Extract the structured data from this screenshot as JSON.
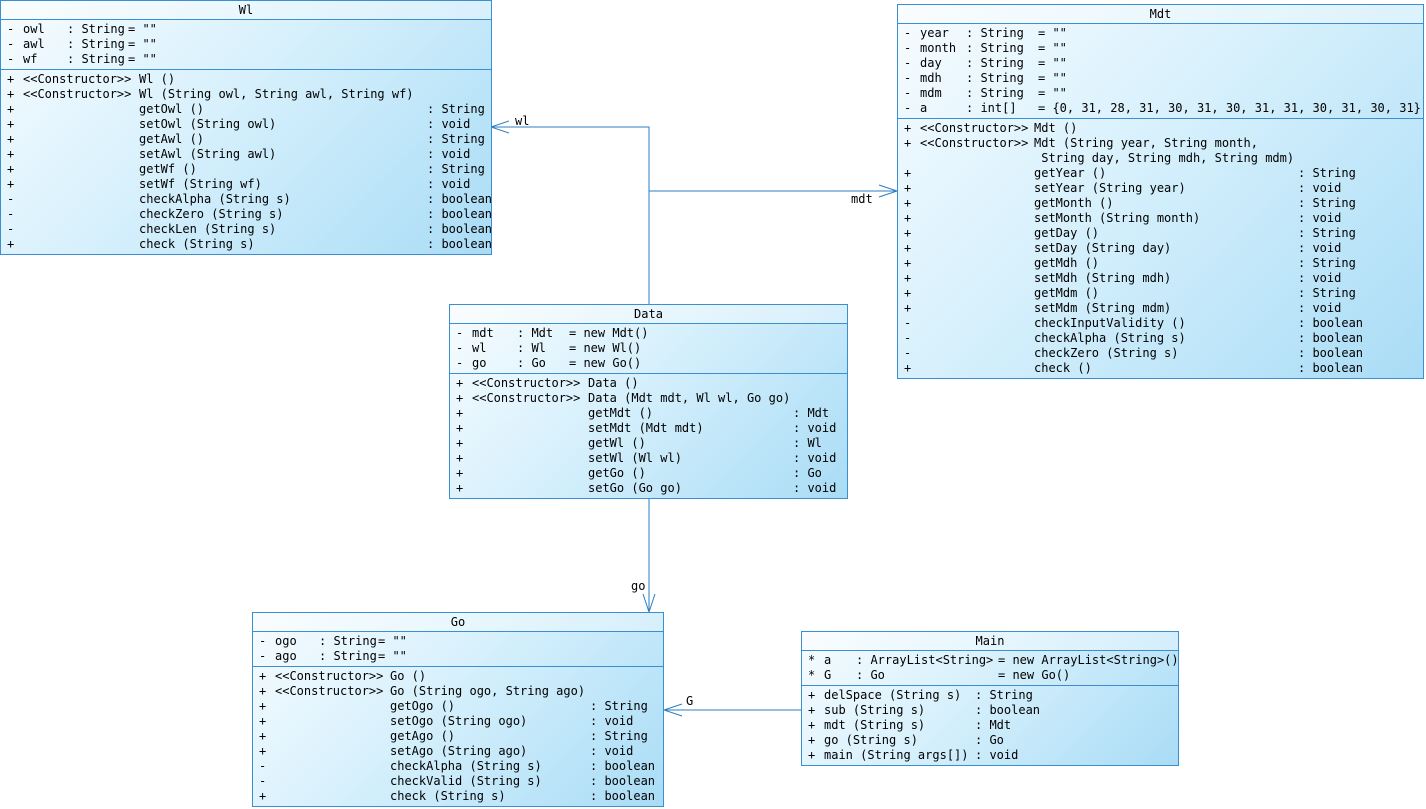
{
  "classes": {
    "wl": {
      "name": "Wl",
      "attributes": [
        {
          "vis": "-",
          "name": "owl",
          "type": ": String",
          "init": "= \"\""
        },
        {
          "vis": "-",
          "name": "awl",
          "type": ": String",
          "init": "= \"\""
        },
        {
          "vis": "-",
          "name": "wf",
          "type": ": String",
          "init": "= \"\""
        }
      ],
      "operations": [
        {
          "vis": "+",
          "stereo": "<<Constructor>>",
          "sig": "Wl ()",
          "ret": ""
        },
        {
          "vis": "+",
          "stereo": "<<Constructor>>",
          "sig": "Wl (String owl, String awl, String wf)",
          "ret": ""
        },
        {
          "vis": "+",
          "stereo": "",
          "sig": "getOwl ()",
          "ret": ": String"
        },
        {
          "vis": "+",
          "stereo": "",
          "sig": "setOwl (String owl)",
          "ret": ": void"
        },
        {
          "vis": "+",
          "stereo": "",
          "sig": "getAwl ()",
          "ret": ": String"
        },
        {
          "vis": "+",
          "stereo": "",
          "sig": "setAwl (String awl)",
          "ret": ": void"
        },
        {
          "vis": "+",
          "stereo": "",
          "sig": "getWf ()",
          "ret": ": String"
        },
        {
          "vis": "+",
          "stereo": "",
          "sig": "setWf (String wf)",
          "ret": ": void"
        },
        {
          "vis": "-",
          "stereo": "",
          "sig": "checkAlpha (String s)",
          "ret": ": boolean"
        },
        {
          "vis": "-",
          "stereo": "",
          "sig": "checkZero (String s)",
          "ret": ": boolean"
        },
        {
          "vis": "-",
          "stereo": "",
          "sig": "checkLen (String s)",
          "ret": ": boolean"
        },
        {
          "vis": "+",
          "stereo": "",
          "sig": "check (String s)",
          "ret": ": boolean"
        }
      ]
    },
    "mdt": {
      "name": "Mdt",
      "attributes": [
        {
          "vis": "-",
          "name": "year",
          "type": ": String",
          "init": "= \"\""
        },
        {
          "vis": "-",
          "name": "month",
          "type": ": String",
          "init": "= \"\""
        },
        {
          "vis": "-",
          "name": "day",
          "type": ": String",
          "init": "= \"\""
        },
        {
          "vis": "-",
          "name": "mdh",
          "type": ": String",
          "init": "= \"\""
        },
        {
          "vis": "-",
          "name": "mdm",
          "type": ": String",
          "init": "= \"\""
        },
        {
          "vis": "-",
          "name": "a",
          "type": ": int[]",
          "init": "= {0, 31, 28, 31, 30, 31, 30, 31, 31, 30, 31, 30, 31}"
        }
      ],
      "operations": [
        {
          "vis": "+",
          "stereo": "<<Constructor>>",
          "sig": "Mdt ()",
          "ret": ""
        },
        {
          "vis": "+",
          "stereo": "<<Constructor>>",
          "sig": "Mdt (String year, String month,",
          "ret": ""
        },
        {
          "vis": "",
          "stereo": "",
          "sig": " String day, String mdh, String mdm)",
          "ret": ""
        },
        {
          "vis": "+",
          "stereo": "",
          "sig": "getYear ()",
          "ret": ": String"
        },
        {
          "vis": "+",
          "stereo": "",
          "sig": "setYear (String year)",
          "ret": ": void"
        },
        {
          "vis": "+",
          "stereo": "",
          "sig": "getMonth ()",
          "ret": ": String"
        },
        {
          "vis": "+",
          "stereo": "",
          "sig": "setMonth (String month)",
          "ret": ": void"
        },
        {
          "vis": "+",
          "stereo": "",
          "sig": "getDay ()",
          "ret": ": String"
        },
        {
          "vis": "+",
          "stereo": "",
          "sig": "setDay (String day)",
          "ret": ": void"
        },
        {
          "vis": "+",
          "stereo": "",
          "sig": "getMdh ()",
          "ret": ": String"
        },
        {
          "vis": "+",
          "stereo": "",
          "sig": "setMdh (String mdh)",
          "ret": ": void"
        },
        {
          "vis": "+",
          "stereo": "",
          "sig": "getMdm ()",
          "ret": ": String"
        },
        {
          "vis": "+",
          "stereo": "",
          "sig": "setMdm (String mdm)",
          "ret": ": void"
        },
        {
          "vis": "-",
          "stereo": "",
          "sig": "checkInputValidity ()",
          "ret": ": boolean"
        },
        {
          "vis": "-",
          "stereo": "",
          "sig": "checkAlpha (String s)",
          "ret": ": boolean"
        },
        {
          "vis": "-",
          "stereo": "",
          "sig": "checkZero (String s)",
          "ret": ": boolean"
        },
        {
          "vis": "+",
          "stereo": "",
          "sig": "check ()",
          "ret": ": boolean"
        }
      ]
    },
    "data": {
      "name": "Data",
      "attributes": [
        {
          "vis": "-",
          "name": "mdt",
          "type": ": Mdt",
          "init": "= new Mdt()"
        },
        {
          "vis": "-",
          "name": "wl",
          "type": ": Wl",
          "init": "= new Wl()"
        },
        {
          "vis": "-",
          "name": "go",
          "type": ": Go",
          "init": "= new Go()"
        }
      ],
      "operations": [
        {
          "vis": "+",
          "stereo": "<<Constructor>>",
          "sig": "Data ()",
          "ret": ""
        },
        {
          "vis": "+",
          "stereo": "<<Constructor>>",
          "sig": "Data (Mdt mdt, Wl wl, Go go)",
          "ret": ""
        },
        {
          "vis": "+",
          "stereo": "",
          "sig": "getMdt ()",
          "ret": ": Mdt"
        },
        {
          "vis": "+",
          "stereo": "",
          "sig": "setMdt (Mdt mdt)",
          "ret": ": void"
        },
        {
          "vis": "+",
          "stereo": "",
          "sig": "getWl ()",
          "ret": ": Wl"
        },
        {
          "vis": "+",
          "stereo": "",
          "sig": "setWl (Wl wl)",
          "ret": ": void"
        },
        {
          "vis": "+",
          "stereo": "",
          "sig": "getGo ()",
          "ret": ": Go"
        },
        {
          "vis": "+",
          "stereo": "",
          "sig": "setGo (Go go)",
          "ret": ": void"
        }
      ]
    },
    "go": {
      "name": "Go",
      "attributes": [
        {
          "vis": "-",
          "name": "ogo",
          "type": ": String",
          "init": "= \"\""
        },
        {
          "vis": "-",
          "name": "ago",
          "type": ": String",
          "init": "= \"\""
        }
      ],
      "operations": [
        {
          "vis": "+",
          "stereo": "<<Constructor>>",
          "sig": "Go ()",
          "ret": ""
        },
        {
          "vis": "+",
          "stereo": "<<Constructor>>",
          "sig": "Go (String ogo, String ago)",
          "ret": ""
        },
        {
          "vis": "+",
          "stereo": "",
          "sig": "getOgo ()",
          "ret": ": String"
        },
        {
          "vis": "+",
          "stereo": "",
          "sig": "setOgo (String ogo)",
          "ret": ": void"
        },
        {
          "vis": "+",
          "stereo": "",
          "sig": "getAgo ()",
          "ret": ": String"
        },
        {
          "vis": "+",
          "stereo": "",
          "sig": "setAgo (String ago)",
          "ret": ": void"
        },
        {
          "vis": "-",
          "stereo": "",
          "sig": "checkAlpha (String s)",
          "ret": ": boolean"
        },
        {
          "vis": "-",
          "stereo": "",
          "sig": "checkValid (String s)",
          "ret": ": boolean"
        },
        {
          "vis": "+",
          "stereo": "",
          "sig": "check (String s)",
          "ret": ": boolean"
        }
      ]
    },
    "main": {
      "name": "Main",
      "attributes": [
        {
          "vis": "*",
          "name": "a",
          "type": ": ArrayList<String>",
          "init": "= new ArrayList<String>()"
        },
        {
          "vis": "*",
          "name": "G",
          "type": ": Go",
          "init": "= new Go()"
        }
      ],
      "operations": [
        {
          "vis": "+",
          "stereo": "",
          "sig": "delSpace (String s)",
          "ret": ": String"
        },
        {
          "vis": "+",
          "stereo": "",
          "sig": "sub (String s)",
          "ret": ": boolean"
        },
        {
          "vis": "+",
          "stereo": "",
          "sig": "mdt (String s)",
          "ret": ": Mdt"
        },
        {
          "vis": "+",
          "stereo": "",
          "sig": "go (String s)",
          "ret": ": Go"
        },
        {
          "vis": "+",
          "stereo": "",
          "sig": "main (String args[])",
          "ret": ": void"
        }
      ]
    }
  },
  "associations": {
    "wl_label": "wl",
    "mdt_label": "mdt",
    "go_label": "go",
    "g_label": "G"
  },
  "colors": {
    "line": "#2b7fc4",
    "border": "#3a8fd0"
  }
}
